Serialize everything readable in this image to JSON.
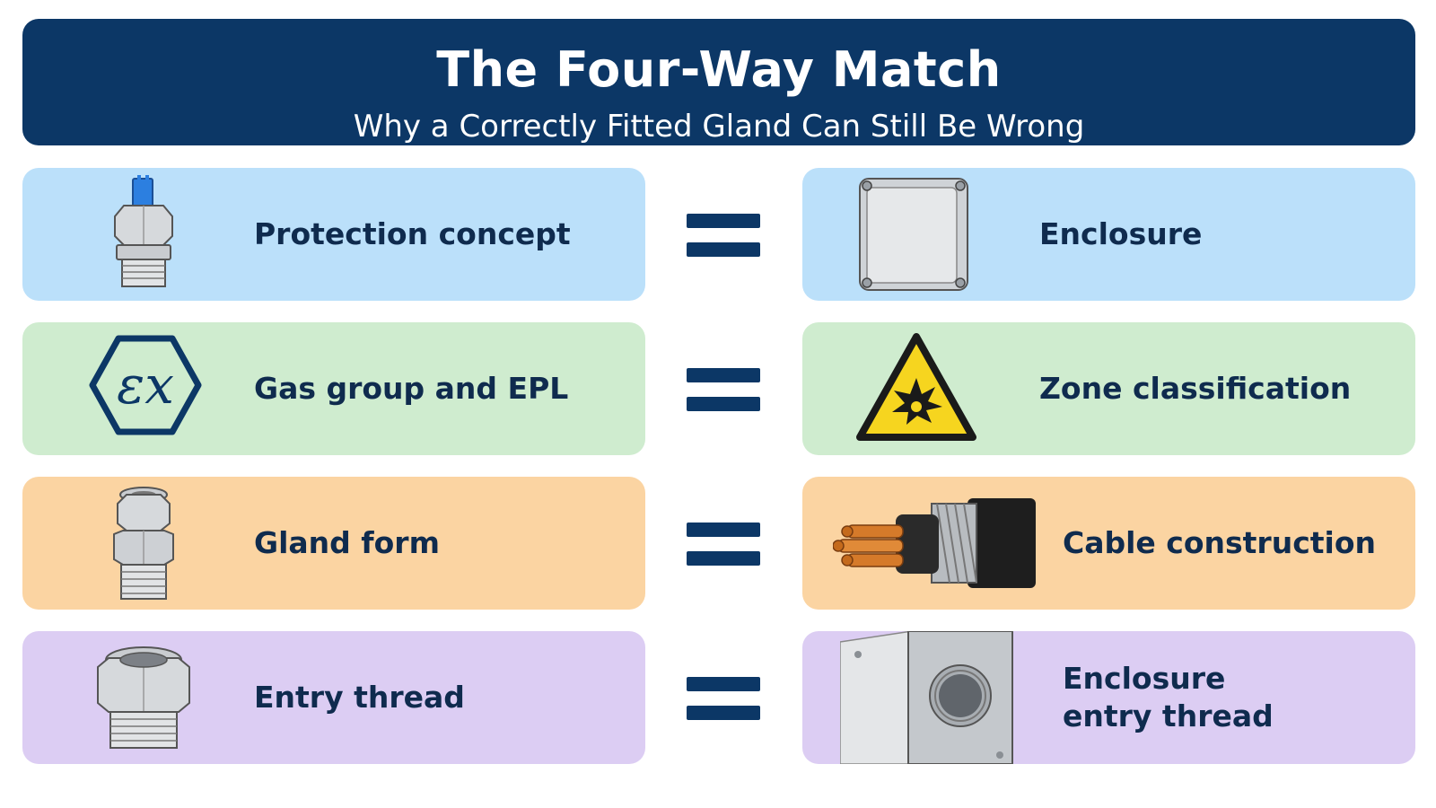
{
  "header": {
    "title": "The Four-Way Match",
    "subtitle": "Why a Correctly Fitted Gland Can Still Be Wrong"
  },
  "rows": [
    {
      "left": {
        "label": "Protection concept",
        "icon": "gland-blue-top-icon"
      },
      "right": {
        "label": "Enclosure",
        "icon": "junction-box-icon"
      }
    },
    {
      "left": {
        "label": "Gas group and EPL",
        "icon": "ex-hexagon-icon"
      },
      "right": {
        "label": "Zone classification",
        "icon": "explosion-warning-icon"
      }
    },
    {
      "left": {
        "label": "Gland form",
        "icon": "cable-gland-icon"
      },
      "right": {
        "label": "Cable construction",
        "icon": "armoured-cable-icon"
      }
    },
    {
      "left": {
        "label": "Entry thread",
        "icon": "threaded-fitting-icon"
      },
      "right": {
        "label_line1": "Enclosure",
        "label_line2": "entry thread",
        "icon": "enclosure-entry-icon"
      }
    }
  ],
  "colors": {
    "navy": "#0c3766",
    "blue": "#bbe0fa",
    "green": "#cfeccf",
    "orange": "#fbd4a2",
    "purple": "#dccdf3",
    "text": "#0f2b4e"
  }
}
